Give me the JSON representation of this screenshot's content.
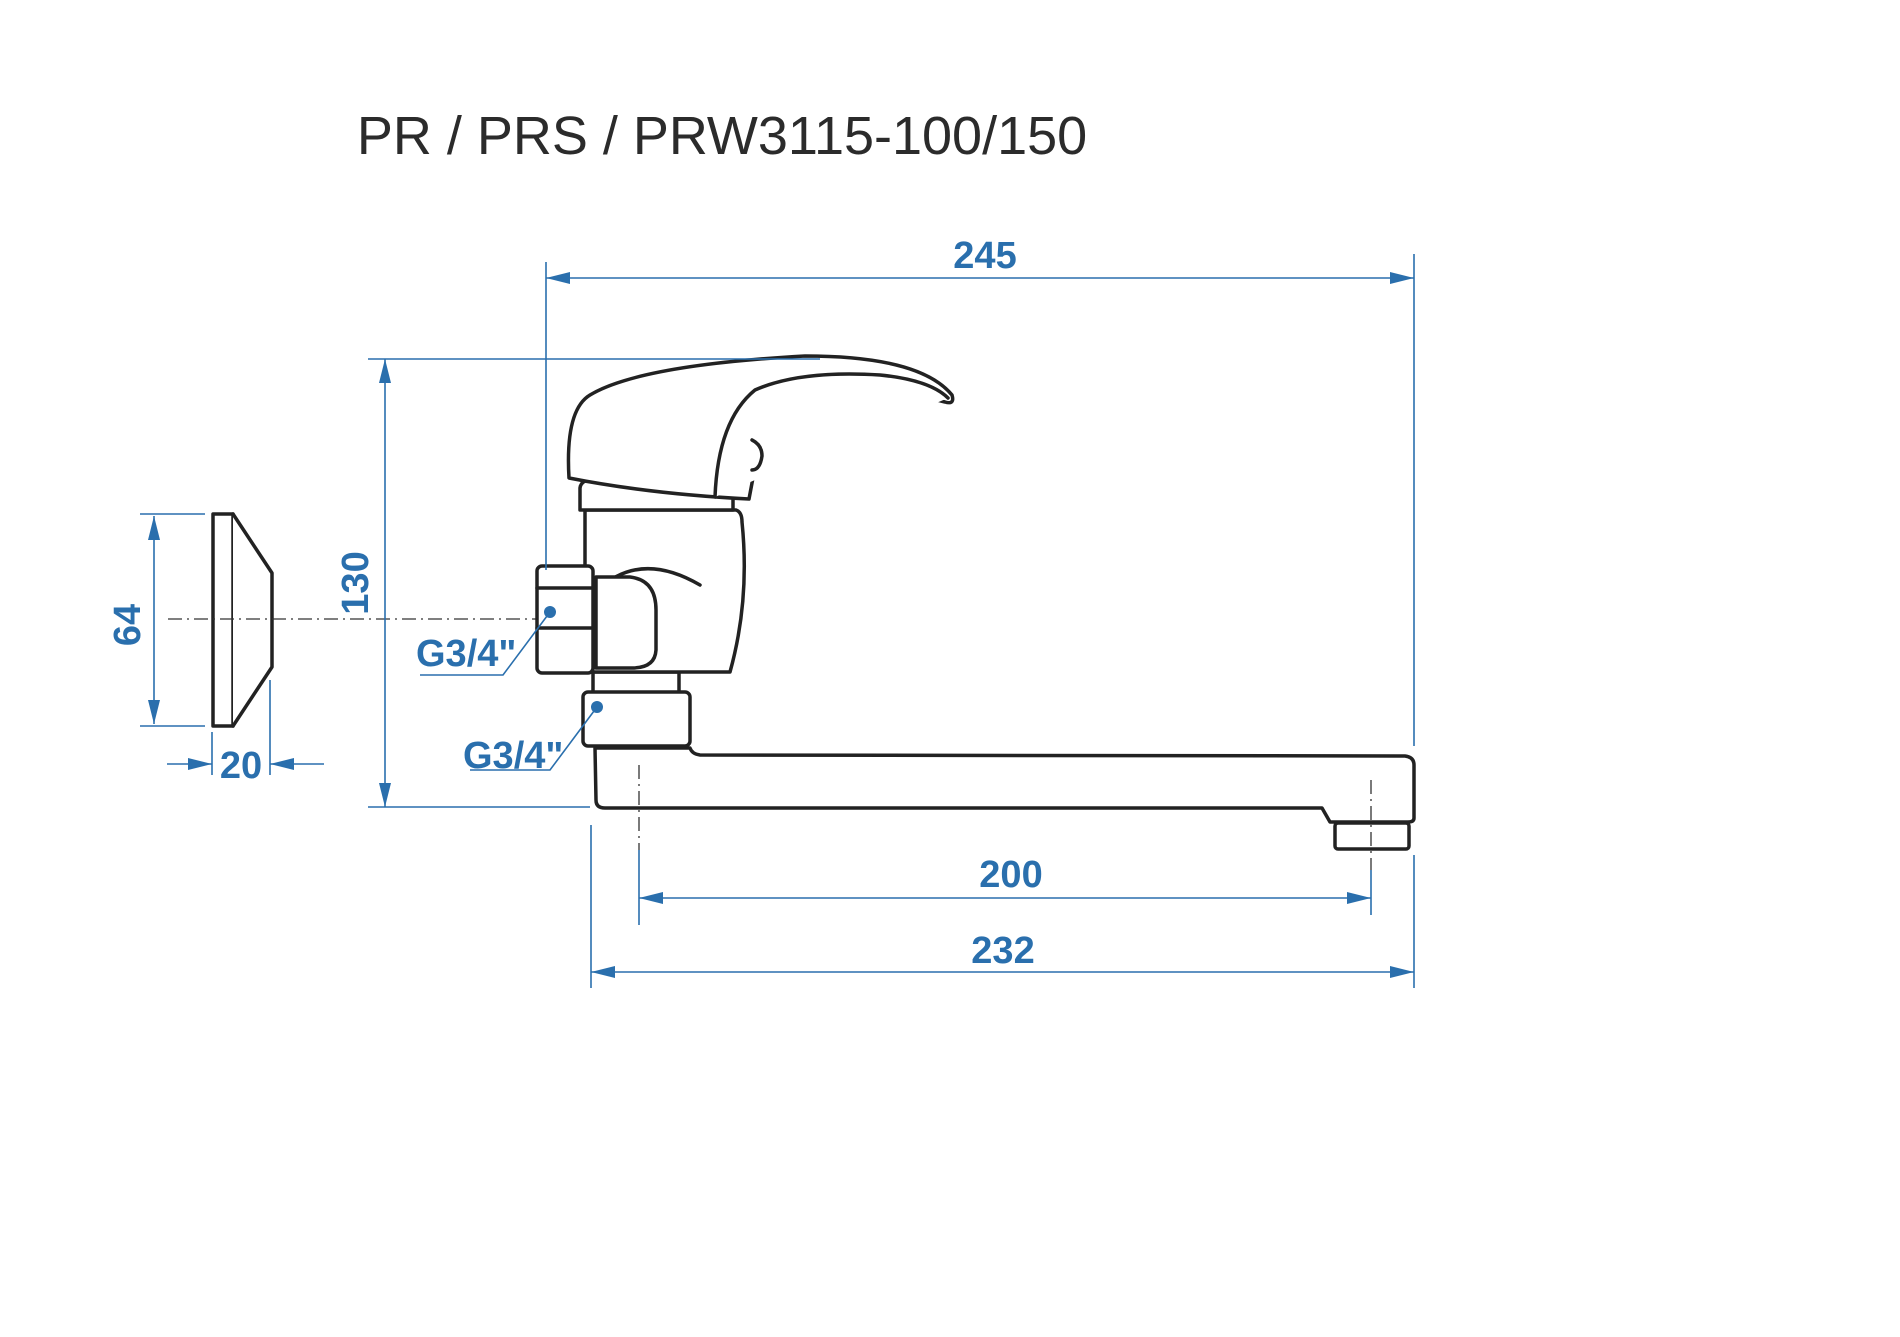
{
  "title": "PR / PRS / PRW3115-100/150",
  "dimensions": {
    "overall_length": "245",
    "height": "130",
    "rosette_diameter": "64",
    "rosette_depth": "20",
    "spout_reach": "200",
    "spout_length": "232"
  },
  "threads": {
    "inlet": "G3/4\"",
    "spout_connection": "G3/4\""
  },
  "colors": {
    "dimension": "#2a6fad",
    "outline": "#222222"
  }
}
